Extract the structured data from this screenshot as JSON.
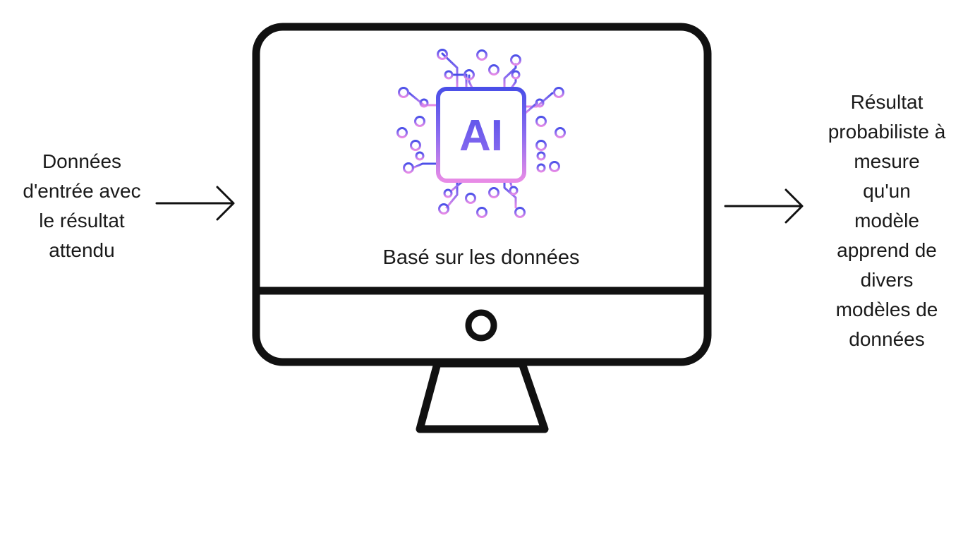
{
  "input": {
    "lines": [
      "Données",
      "d'entrée avec",
      "le résultat",
      "attendu"
    ]
  },
  "output": {
    "lines": [
      "Résultat",
      "probabiliste à",
      "mesure",
      "qu'un",
      "modèle",
      "apprend de",
      "divers",
      "modèles de",
      "données"
    ]
  },
  "screen": {
    "chip_label": "AI",
    "caption": "Basé sur les données"
  },
  "icons": {
    "chip": "ai-chip-icon",
    "monitor": "computer-monitor-icon",
    "arrow_in": "arrow-right-icon",
    "arrow_out": "arrow-right-icon"
  },
  "colors": {
    "outline": "#111111",
    "chip_gradient_top": "#4a4fe8",
    "chip_gradient_bottom": "#e88be6"
  }
}
